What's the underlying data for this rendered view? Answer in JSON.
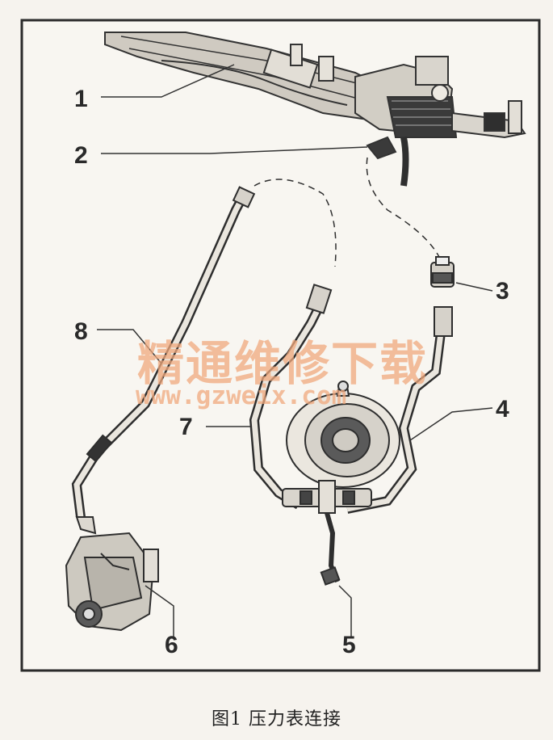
{
  "figure": {
    "callouts": [
      {
        "id": "1",
        "label": "1"
      },
      {
        "id": "2",
        "label": "2"
      },
      {
        "id": "3",
        "label": "3"
      },
      {
        "id": "4",
        "label": "4"
      },
      {
        "id": "5",
        "label": "5"
      },
      {
        "id": "6",
        "label": "6"
      },
      {
        "id": "7",
        "label": "7"
      },
      {
        "id": "8",
        "label": "8"
      }
    ],
    "watermark": {
      "text_cn": "精通维修下载",
      "url": "www.gzweix.com"
    },
    "caption": "图1  压力表连接"
  }
}
